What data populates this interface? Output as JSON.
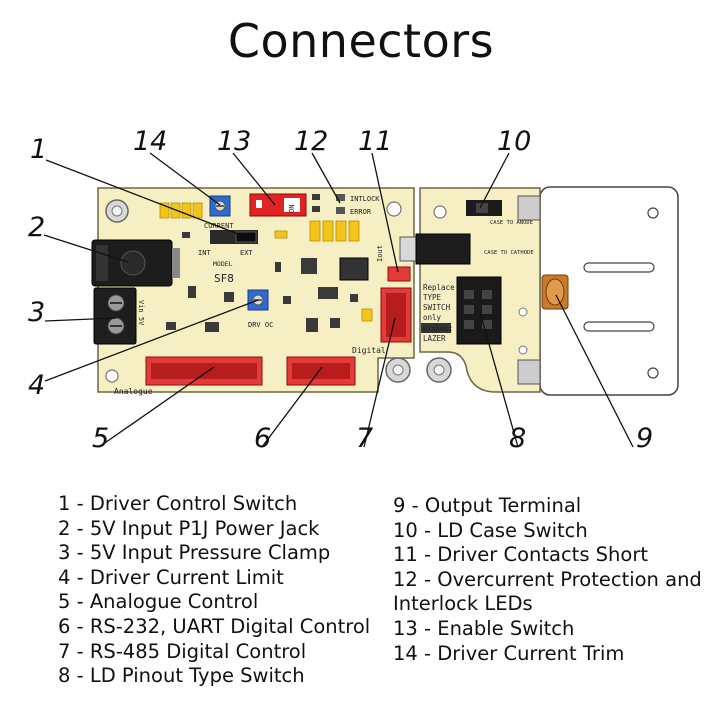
{
  "title": "Connectors",
  "callouts": [
    "1",
    "2",
    "3",
    "4",
    "5",
    "6",
    "7",
    "8",
    "9",
    "10",
    "11",
    "12",
    "13",
    "14"
  ],
  "board_labels": {
    "current": "CURRENT",
    "int": "INT",
    "ext": "EXT",
    "model": "MODEL",
    "sf8": "SF8",
    "on": "ON",
    "intlock": "INTLOCK",
    "error": "ERROR",
    "vin": "Vin 5V",
    "drv_oc": "DRV OC",
    "analogue": "Analogue",
    "digital": "Digital",
    "iout": "Iout",
    "case_to_anode": "CASE TO ANODE",
    "case_to_cathode": "CASE TO CATHODE",
    "replace_note": [
      "Replace",
      "TYPE",
      "SWITCH",
      "only",
      "without",
      "LAZER"
    ]
  },
  "legend_left": [
    "1 - Driver Control Switch",
    "2 - 5V Input P1J Power Jack",
    "3 - 5V Input Pressure Clamp",
    "4 - Driver Current Limit",
    "5 - Analogue Control",
    "6 - RS-232, UART Digital Control",
    "7 - RS-485 Digital Control",
    "8 - LD Pinout Type Switch"
  ],
  "legend_right": [
    "9 - Output Terminal",
    "10 - LD Case Switch",
    "11 - Driver Contacts Short",
    "12 - Overcurrent Protection and",
    "Interlock LEDs",
    "13 - Enable Switch",
    "14 - Driver Current Trim"
  ]
}
